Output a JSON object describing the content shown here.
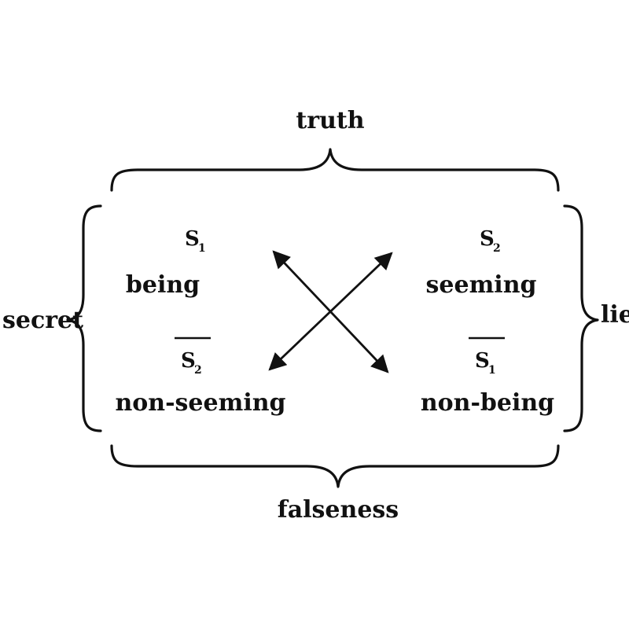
{
  "diagram": {
    "top_label": "truth",
    "bottom_label": "falseness",
    "left_label": "secret",
    "right_label": "lie",
    "terms": {
      "top_left": {
        "symbol": "S",
        "subscript": "1",
        "overbar": false,
        "word": "being"
      },
      "bottom_left": {
        "symbol": "S",
        "subscript": "2",
        "overbar": true,
        "word": "non-seeming"
      },
      "top_right": {
        "symbol": "S",
        "subscript": "2",
        "overbar": false,
        "word": "seeming"
      },
      "bottom_right": {
        "symbol": "S",
        "subscript": "1",
        "overbar": true,
        "word": "non-being"
      }
    },
    "connectors": [
      {
        "from": "bottom_left",
        "to": "top_right",
        "style": "double-arrow"
      },
      {
        "from": "top_left",
        "to": "bottom_right",
        "style": "double-arrow"
      }
    ]
  }
}
